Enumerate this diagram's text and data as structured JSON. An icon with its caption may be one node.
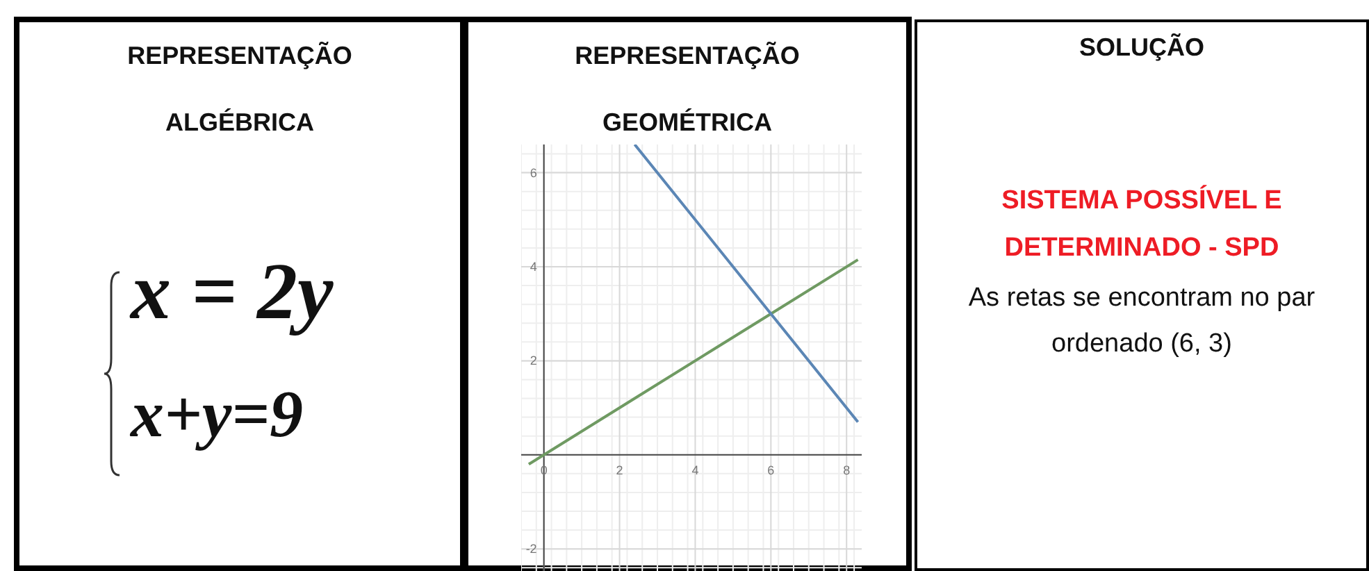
{
  "diagram": {
    "nodes": [
      {
        "text": [
          "REPRESENTAÇÃO ALGÉBRICA",
          "x = 2y",
          "x+y=9"
        ]
      },
      {
        "text": [
          "REPRESENTAÇÃO GEOMÉTRICA"
        ]
      },
      {
        "text": [
          "SOLUÇÃO",
          "SISTEMA POSSÍVEL E DETERMINADO - SPD",
          "As retas se encontram no par ordenado (6, 3)"
        ]
      }
    ],
    "edges": [],
    "chart_data": {
      "type": "line",
      "x": [
        -0.4,
        2.4,
        6,
        8.3
      ],
      "series": [
        {
          "color": "#6f9a62",
          "values": [
            -0.2,
            1.2,
            3,
            4.15
          ]
        },
        {
          "color": "#5b86b5",
          "values": [
            null,
            6.6,
            3,
            0.7
          ]
        }
      ],
      "grid": true,
      "xlim": [
        -0.6,
        8.4
      ],
      "ylim": [
        -2.5,
        6.6
      ],
      "xticks": [
        0,
        2,
        4,
        6,
        8
      ],
      "yticks": [
        -2,
        2,
        4,
        6
      ]
    }
  }
}
